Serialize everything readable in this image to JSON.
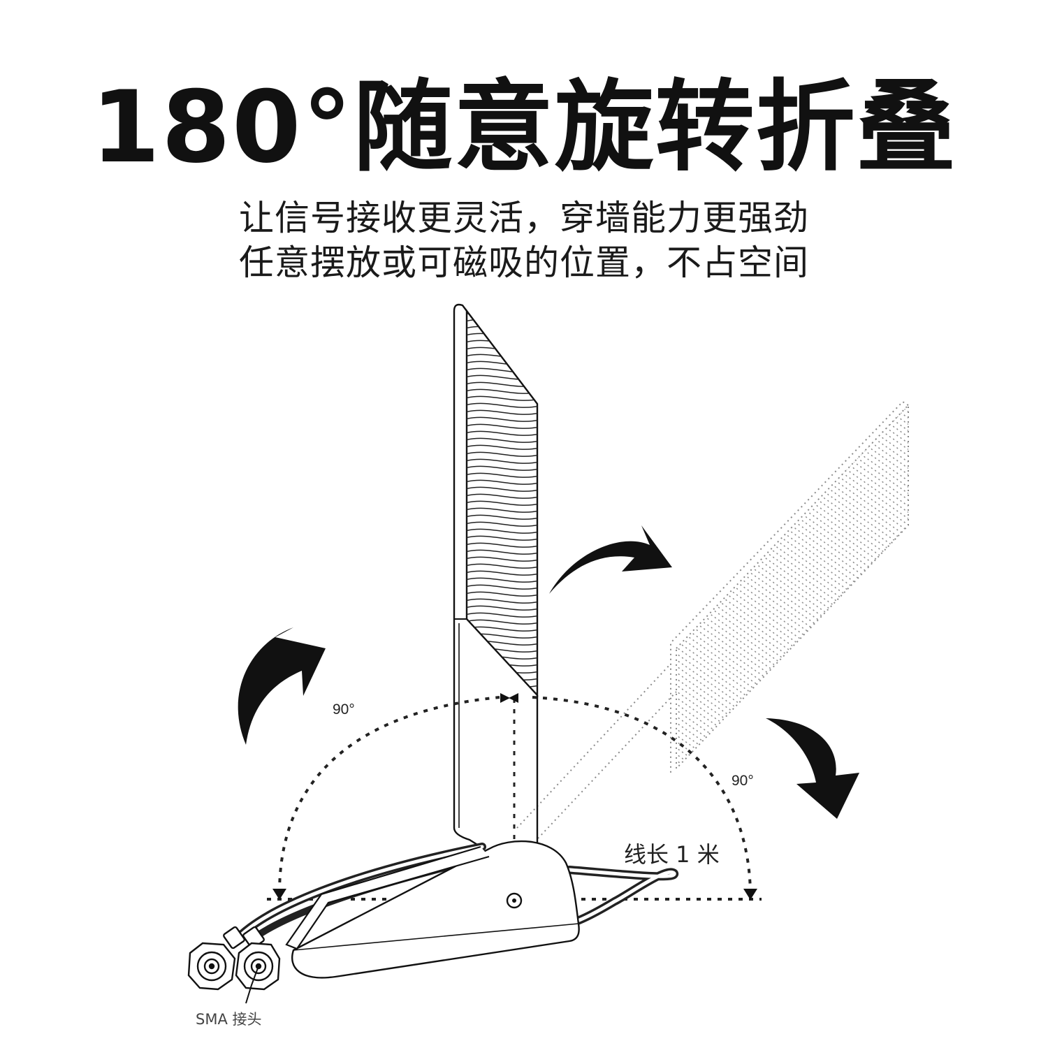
{
  "headline": "180°随意旋转折叠",
  "subtitle_line1": "让信号接收更灵活，穿墙能力更强劲",
  "subtitle_line2": "任意摆放或可磁吸的位置，不占空间",
  "labels": {
    "angle_left": "90°",
    "angle_right": "90°",
    "cable_length": "线长 1 米",
    "connector": "SMA 接头"
  },
  "icons": [
    "curved-arrow-icon",
    "sma-connector-icon",
    "pivot-icon"
  ],
  "colors": {
    "ink": "#111111",
    "background": "#ffffff",
    "dotted": "#8a8a8a"
  }
}
